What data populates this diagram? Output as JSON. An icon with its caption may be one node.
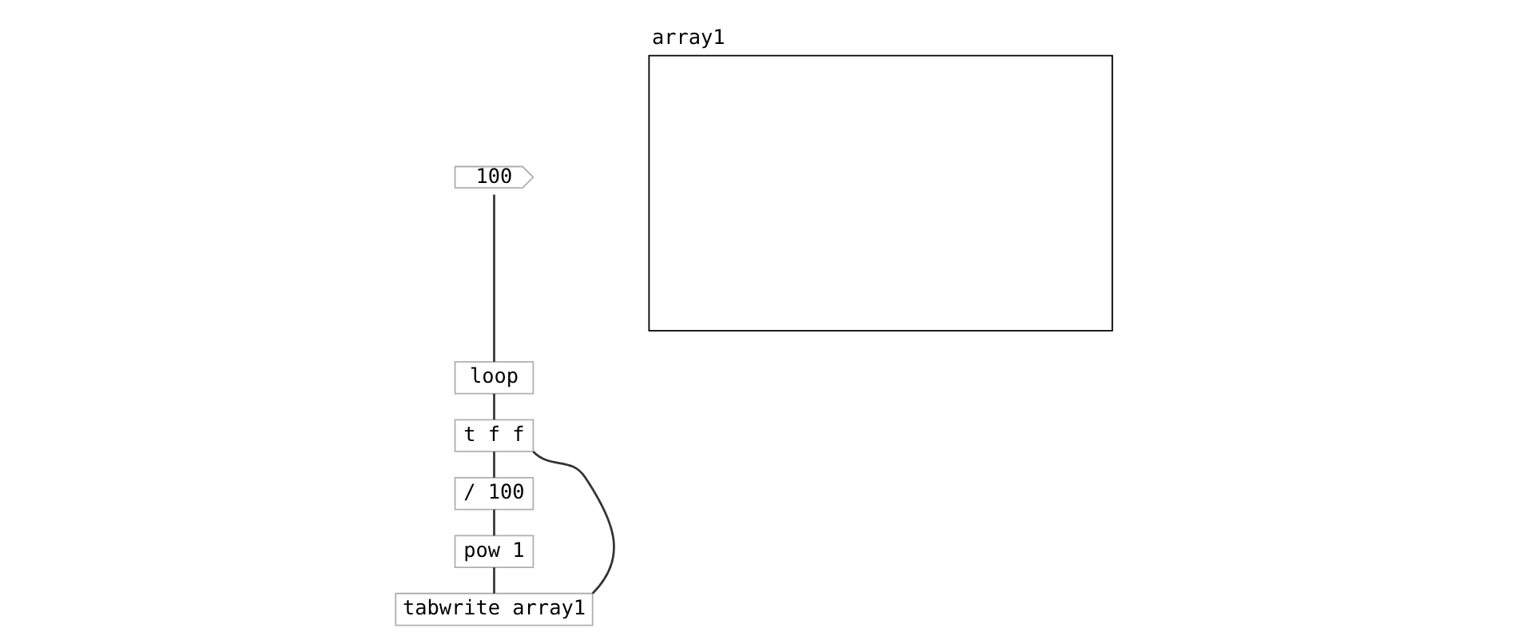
{
  "diagram": {
    "nodes": [
      {
        "text": [
          "100"
        ]
      },
      {
        "text": [
          "loop"
        ]
      },
      {
        "text": [
          "t f f"
        ]
      },
      {
        "text": [
          "/ 100"
        ]
      },
      {
        "text": [
          "pow 1"
        ]
      },
      {
        "text": [
          "tabwrite array1"
        ]
      },
      {
        "text": [
          "array1"
        ]
      }
    ],
    "edges": [
      {
        "from": 0,
        "to": 1,
        "arrow": "none"
      },
      {
        "from": 1,
        "to": 2,
        "arrow": "none"
      },
      {
        "from": 2,
        "to": 3,
        "arrow": "none"
      },
      {
        "from": 3,
        "to": 4,
        "arrow": "none"
      },
      {
        "from": 4,
        "to": 5,
        "arrow": "none"
      },
      {
        "from": 2,
        "to": 5,
        "arrow": "none"
      }
    ]
  }
}
